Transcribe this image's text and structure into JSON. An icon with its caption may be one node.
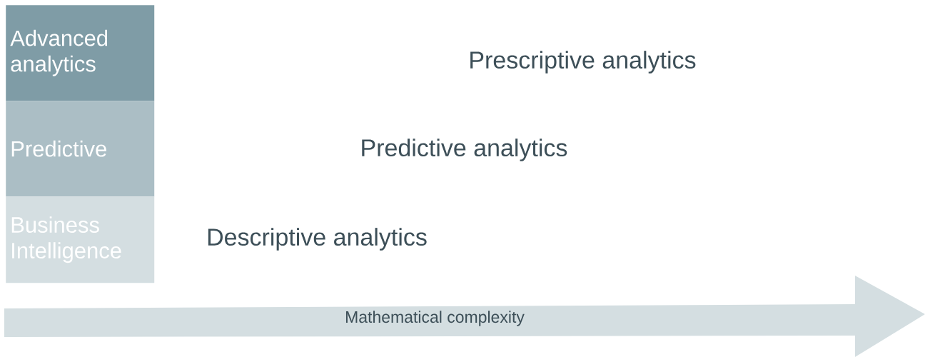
{
  "diagram": {
    "nodes": [
      {
        "text": [
          "Advanced analytics"
        ]
      },
      {
        "text": [
          "Predictive"
        ]
      },
      {
        "text": [
          "Business Intelligence"
        ]
      },
      {
        "text": [
          "Prescriptive analytics"
        ]
      },
      {
        "text": [
          "Predictive analytics"
        ]
      },
      {
        "text": [
          "Descriptive analytics"
        ]
      }
    ],
    "labels": [
      "Mathematical complexity"
    ]
  }
}
